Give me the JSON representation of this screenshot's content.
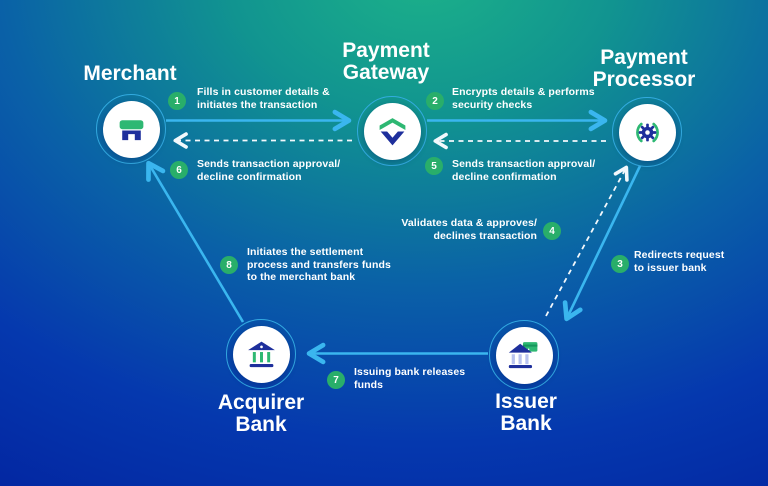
{
  "colors": {
    "bg_green_top": "#1cb289",
    "bg_blue_deep": "#02209d",
    "solid_arrow": "#3ab6ef",
    "dashed_arrow": "#ffffff",
    "badge_green": "#29ae6a",
    "icon_green": "#2eb873",
    "icon_navy": "#1e2f9c",
    "node_ring": "#36aee4",
    "text": "#ffffff"
  },
  "nodes": [
    {
      "id": "merchant",
      "icon": "storefront-icon",
      "label_lines": [
        "Merchant"
      ]
    },
    {
      "id": "payment-gateway",
      "icon": "shield-icon",
      "label_lines": [
        "Payment",
        "Gateway"
      ]
    },
    {
      "id": "payment-processor",
      "icon": "gear-icon",
      "label_lines": [
        "Payment",
        "Processor"
      ]
    },
    {
      "id": "acquirer-bank",
      "icon": "bank-icon",
      "label_lines": [
        "Acquirer",
        "Bank"
      ]
    },
    {
      "id": "issuer-bank",
      "icon": "bank-card-icon",
      "label_lines": [
        "Issuer",
        "Bank"
      ]
    }
  ],
  "steps": [
    {
      "num": "1",
      "from": "Merchant",
      "to": "Payment Gateway",
      "connector": "solid",
      "lines": [
        "Fills in customer details &",
        "initiates the transaction"
      ]
    },
    {
      "num": "2",
      "from": "Payment Gateway",
      "to": "Payment Processor",
      "connector": "solid",
      "lines": [
        "Encrypts details & performs",
        "security checks"
      ]
    },
    {
      "num": "3",
      "from": "Payment Processor",
      "to": "Issuer Bank",
      "connector": "solid",
      "lines": [
        "Redirects request",
        "to issuer bank"
      ]
    },
    {
      "num": "4",
      "from": "Issuer Bank",
      "to": "Payment Processor",
      "connector": "dashed",
      "lines": [
        "Validates data & approves/",
        "declines transaction"
      ]
    },
    {
      "num": "5",
      "from": "Payment Processor",
      "to": "Payment Gateway",
      "connector": "dashed",
      "lines": [
        "Sends transaction approval/",
        "decline confirmation"
      ]
    },
    {
      "num": "6",
      "from": "Payment Gateway",
      "to": "Merchant",
      "connector": "dashed",
      "lines": [
        "Sends transaction approval/",
        "decline confirmation"
      ]
    },
    {
      "num": "7",
      "from": "Issuer Bank",
      "to": "Acquirer Bank",
      "connector": "solid",
      "lines": [
        "Issuing bank releases",
        "funds"
      ]
    },
    {
      "num": "8",
      "from": "Acquirer Bank",
      "to": "Merchant",
      "connector": "solid",
      "lines": [
        "Initiates the settlement",
        "process and transfers funds",
        "to the merchant bank"
      ]
    }
  ]
}
